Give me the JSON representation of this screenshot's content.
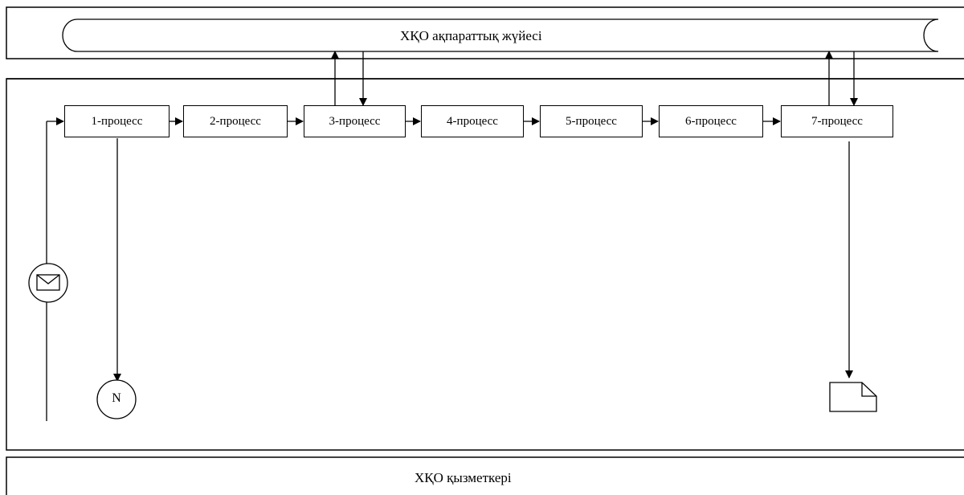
{
  "lanes": {
    "system_label": "ХҚО ақпараттық жүйесі",
    "employee_label": "ХҚО қызметкері"
  },
  "processes": [
    {
      "label": "1-процесс"
    },
    {
      "label": "2-процесс"
    },
    {
      "label": "3-процесс"
    },
    {
      "label": "4-процесс"
    },
    {
      "label": "5-процесс"
    },
    {
      "label": "6-процесс"
    },
    {
      "label": "7-процесс"
    }
  ],
  "connector": {
    "label": "N"
  },
  "icons": {
    "start": "envelope-icon",
    "end": "document-icon"
  }
}
